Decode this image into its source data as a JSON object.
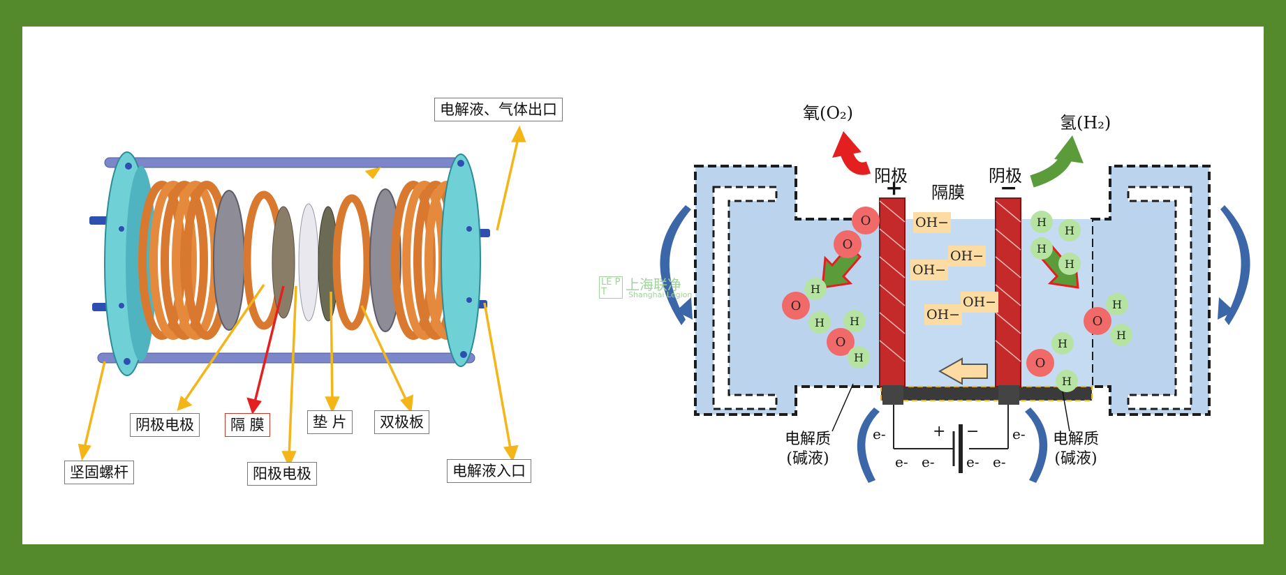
{
  "left_diagram": {
    "labels": {
      "outlet": "电解液、气体出口",
      "cathode_electrode": "阴极电极",
      "separator": "隔 膜",
      "gasket": "垫 片",
      "bipolar_plate": "双极板",
      "tie_rod": "坚固螺杆",
      "anode_electrode": "阳极电极",
      "inlet": "电解液入口"
    }
  },
  "right_diagram": {
    "oxygen_label": "氧(O₂)",
    "hydrogen_label": "氢(H₂)",
    "anode_label": "阳极",
    "cathode_label": "阴极",
    "membrane_label": "隔膜",
    "plus_sign": "+",
    "minus_sign": "−",
    "hydroxide_ion": "OH−",
    "electron": "e-",
    "electrolyte_left": [
      "电解质",
      "(碱液)"
    ],
    "electrolyte_right": [
      "电解质",
      "(碱液)"
    ],
    "battery_plus": "+",
    "battery_minus": "−",
    "atom_o": "O",
    "atom_h": "H"
  },
  "watermark": {
    "brand_cn": "上海联净",
    "brand_en": "Shanghai Legion",
    "brand_mark": "LE PT"
  },
  "colors": {
    "frame_green": "#548a2c",
    "copper": "#d9792f",
    "flange": "#6fd0d6",
    "rod": "#7b87c9",
    "arrow_yellow": "#f3b517",
    "arrow_red": "#e31f1f",
    "electrode_red": "#c42a2a",
    "electrolyte_blue": "#bcd3ee"
  }
}
